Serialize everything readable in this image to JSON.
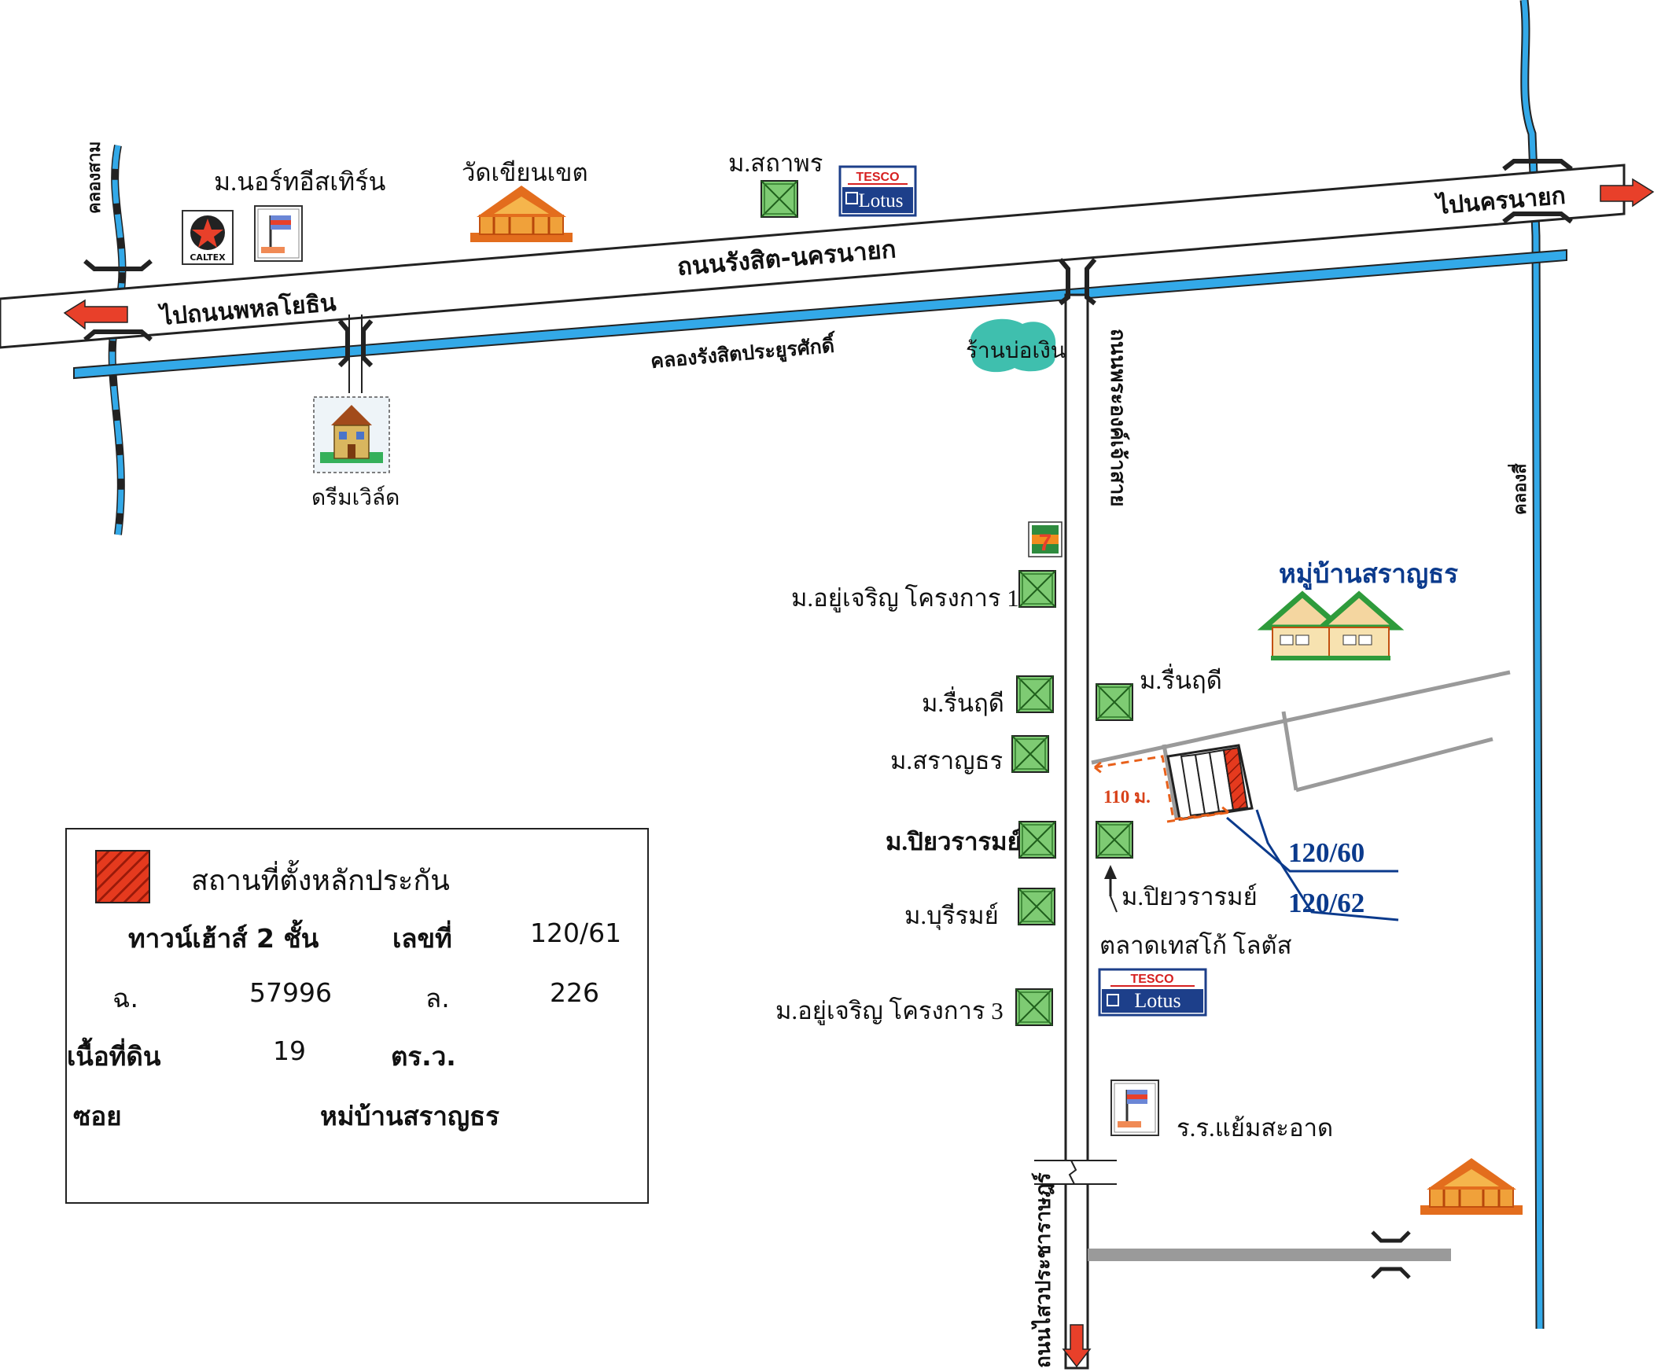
{
  "roads": {
    "main_highway": "ถนนรังสิต-นครนายก",
    "north_south_road": "ถนนพระองค์เจ้าสาย",
    "south_road": "ถนนไสวประชาราษฎร์"
  },
  "canals": {
    "main_canal": "คลองรังสิตประยูรศักดิ์",
    "west_canal": "คลองสาม",
    "east_canal": "คลองสี่"
  },
  "directions": {
    "west": "ไปถนนพหลโยธิน",
    "east": "ไปนครนายก"
  },
  "landmarks": {
    "northeastern": "ม.นอร์ทอีสเทิร์น",
    "temple": "วัดเขียนเขต",
    "sathaporn": "ม.สถาพร",
    "caltex": "CALTEX",
    "tesco_top": "TESCO",
    "lotus": "Lotus",
    "dreamville": "ดรีมเวิล์ด",
    "baongern": "ร้านบ่อเงิน",
    "seven_eleven": "7",
    "village_title": "หมู่บ้านสราญธร",
    "yucharoen1": "ม.อยู่เจริญ โครงการ 1",
    "ruenrudee_w": "ม.รื่นฤดี",
    "ruenrudee_e": "ม.รื่นฤดี",
    "saranthorn": "ม.สราญธร",
    "piyawaram_w": "ม.ปิยวรารมย์",
    "piyawaram_e": "ม.ปิยวรารมย์",
    "burirom": "ม.บุรีรมย์",
    "tesco_market": "ตลาดเทสโก้ โลตัส",
    "yucharoen3": "ม.อยู่เจริญ โครงการ 3",
    "school": "ร.ร.แย้มสะอาด",
    "distance": "110 ม.",
    "plot_a": "120/60",
    "plot_b": "120/62"
  },
  "legend": {
    "title": "สถานที่ตั้งหลักประกัน",
    "type_label": "ทาวน์เฮ้าส์ 2 ชั้น",
    "number_label": "เลขที่",
    "number_value": "120/61",
    "chanote_label": "ฉ.",
    "chanote_value": "57996",
    "land_label": "ล.",
    "land_value": "226",
    "area_label": "เนื้อที่ดิน",
    "area_value": "19",
    "area_unit": "ตร.ว.",
    "soi_label": "ซอย",
    "soi_value": "หม่บ้านสราญธร"
  },
  "colors": {
    "canal": "#33a9e8",
    "arrow": "#e8402a",
    "plot": "#e53a1e",
    "label_blue": "#0b3a8c",
    "village_green": "#2e9b3b",
    "side_road_gray": "#9a9a9a"
  }
}
